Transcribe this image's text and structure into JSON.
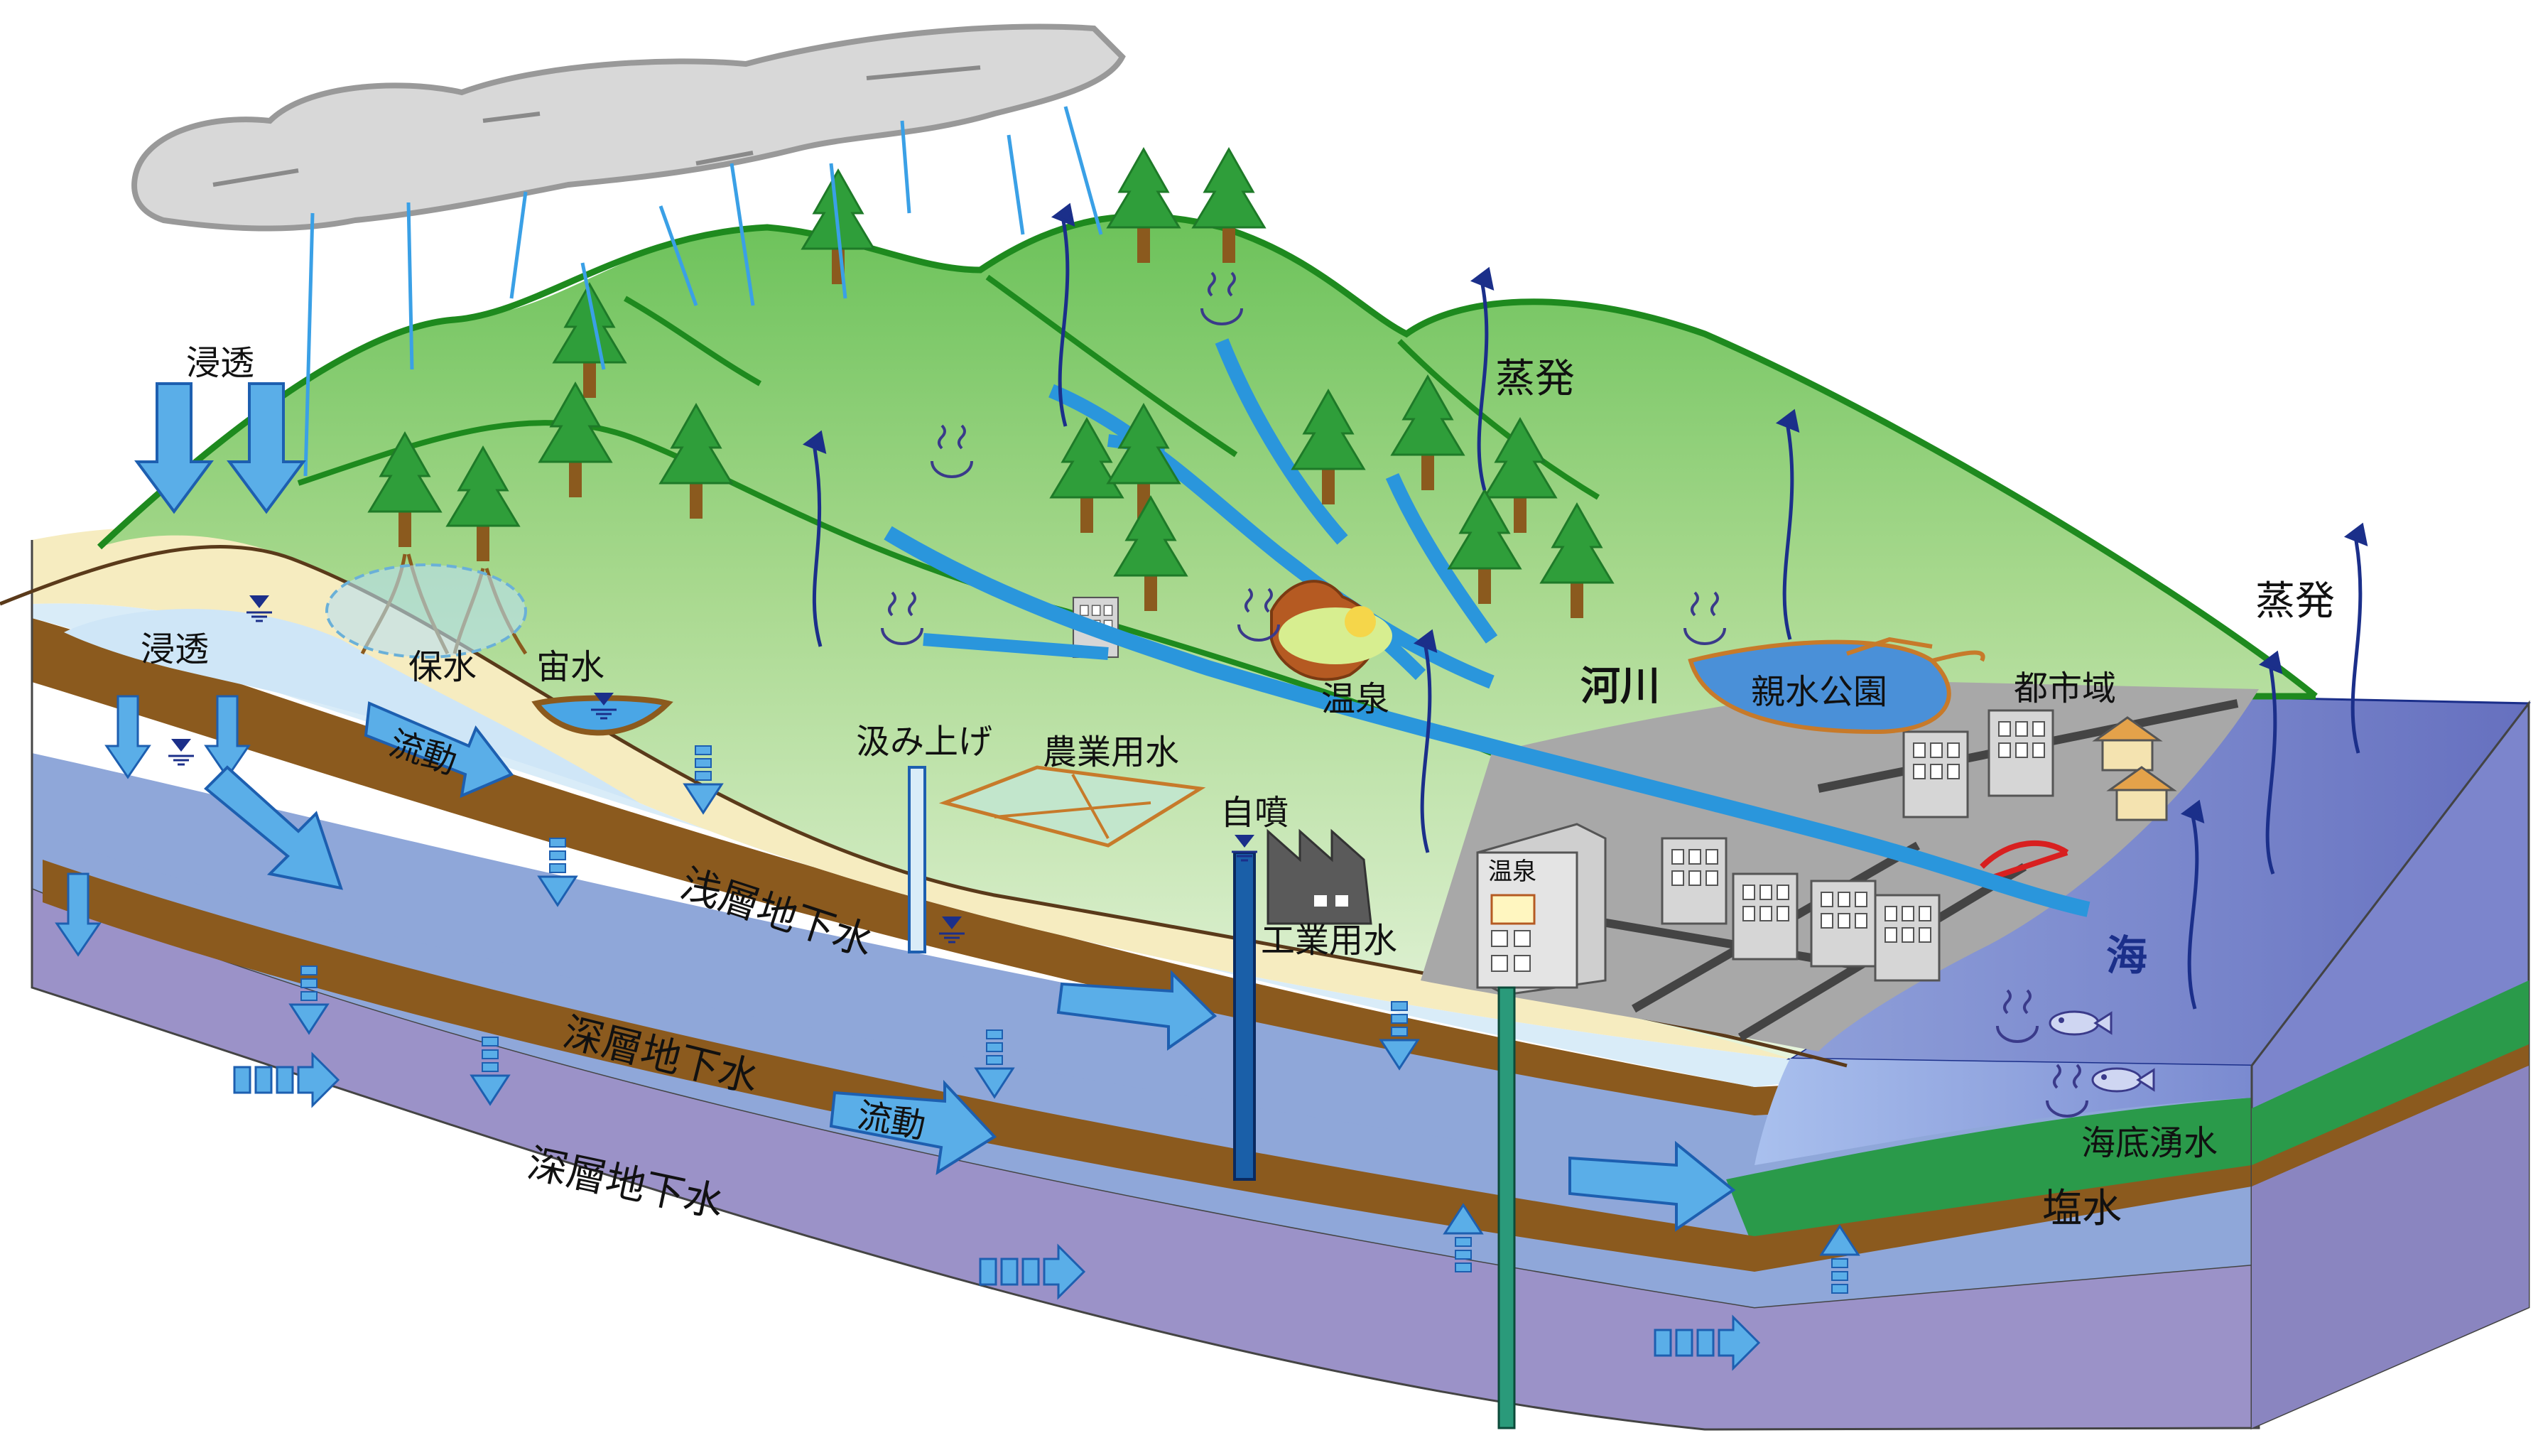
{
  "labels": {
    "infiltration_top": "浸透",
    "infiltration_mid": "浸透",
    "water_retention": "保水",
    "perched_water": "宙水",
    "flow_upper": "流動",
    "flow_lower": "流動",
    "shallow_groundwater": "浅層地下水",
    "deep_groundwater_1": "深層地下水",
    "deep_groundwater_2": "深層地下水",
    "pumping": "汲み上げ",
    "agricultural_water": "農業用水",
    "artesian": "自噴",
    "industrial_water": "工業用水",
    "hot_spring_valley": "温泉",
    "hot_spring_building": "温泉",
    "evaporation_mountain": "蒸発",
    "evaporation_sea": "蒸発",
    "river": "河川",
    "waterside_park": "親水公園",
    "urban_area": "都市域",
    "sea": "海",
    "submarine_spring": "海底湧水",
    "salt_water": "塩水"
  },
  "colors": {
    "sky_cloud": "#d8d8d8",
    "mountain_green": "#3a9b2f",
    "upper_sand": "#f6ecc0",
    "shallow_aquifer": "#d9ecf8",
    "clay_layer": "#8b5a1e",
    "deep_aquifer": "#8fa7d9",
    "bottom_layer": "#9b92c8",
    "sea": "#6a76c4",
    "salt_layer": "#2a9a4a",
    "river": "#2a96dc",
    "arrow_blue": "#5aaee8"
  },
  "icons": {
    "tree": "conifer-tree-icon",
    "spring": "hot-spring-symbol-icon",
    "factory": "factory-icon",
    "building": "building-icon",
    "house": "house-icon",
    "fish": "fish-icon",
    "bridge": "bridge-icon",
    "water_table": "water-table-marker-icon"
  }
}
